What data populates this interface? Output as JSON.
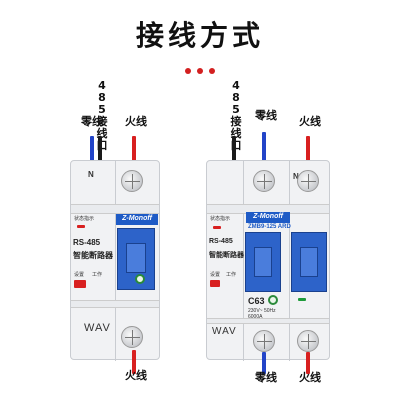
{
  "title": "接线方式",
  "left": {
    "labels": {
      "port": "485接线口",
      "neutral": "零线",
      "live": "火线",
      "bottom_live": "火线"
    },
    "terminal": "N",
    "indicator_label": "状态指示",
    "brand": "Z-Monoff",
    "rs485": "RS-485",
    "product": "智能断路器",
    "settings": "设置",
    "work": "工作",
    "wav": "WAV"
  },
  "right": {
    "labels": {
      "port": "485接线口",
      "neutral": "零线",
      "live": "火线",
      "bottom_neutral": "零线",
      "bottom_live": "火线"
    },
    "terminal": "N",
    "indicator_label": "状态指示",
    "brand": "Z-Monoff",
    "model": "ZMB9-125 ARD",
    "rs485": "RS-485",
    "product": "智能断路器",
    "settings": "设置",
    "work": "工作",
    "rating": "C63",
    "specs": "230V~ 50Hz 6000A",
    "wav": "WAV"
  },
  "colors": {
    "neutral_wire": "#2244c8",
    "live_wire": "#d82020",
    "signal_wire": "#1a1a1a",
    "accent_blue": "#1e5bc6",
    "dots": "#d32020"
  }
}
